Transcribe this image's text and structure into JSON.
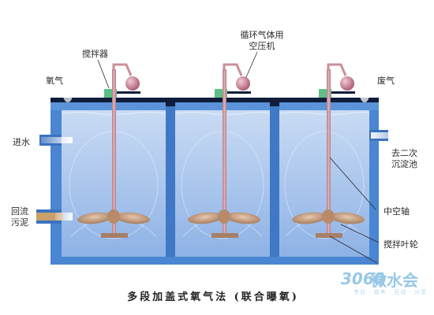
{
  "labels": {
    "agitator": "搅拌器",
    "oxygen": "氧气",
    "compressor_line1": "循环气体用",
    "compressor_line2": "空压机",
    "exhaust": "废气",
    "inflow": "进水",
    "return_line1": "回流",
    "return_line2": "污泥",
    "outflow_line1": "去二次",
    "outflow_line2": "沉淀池",
    "hollow_shaft": "中空轴",
    "impeller": "搅拌叶轮"
  },
  "caption": "多段加盖式氧气法 (联合曝氧)",
  "watermark": {
    "logo": "3060",
    "name": "微水会",
    "tagline": "专业 · 技术 · 互动 · 分享"
  },
  "colors": {
    "tank_blue": "#4a86d2",
    "water_blue": "#a9c6ee",
    "pipe_pink": "#c98f97",
    "ball_pink": "#c97a8e",
    "cover_dark": "#0f1d3a",
    "seal_green": "#5dbf86",
    "impeller_tan": "#c49b7c"
  }
}
